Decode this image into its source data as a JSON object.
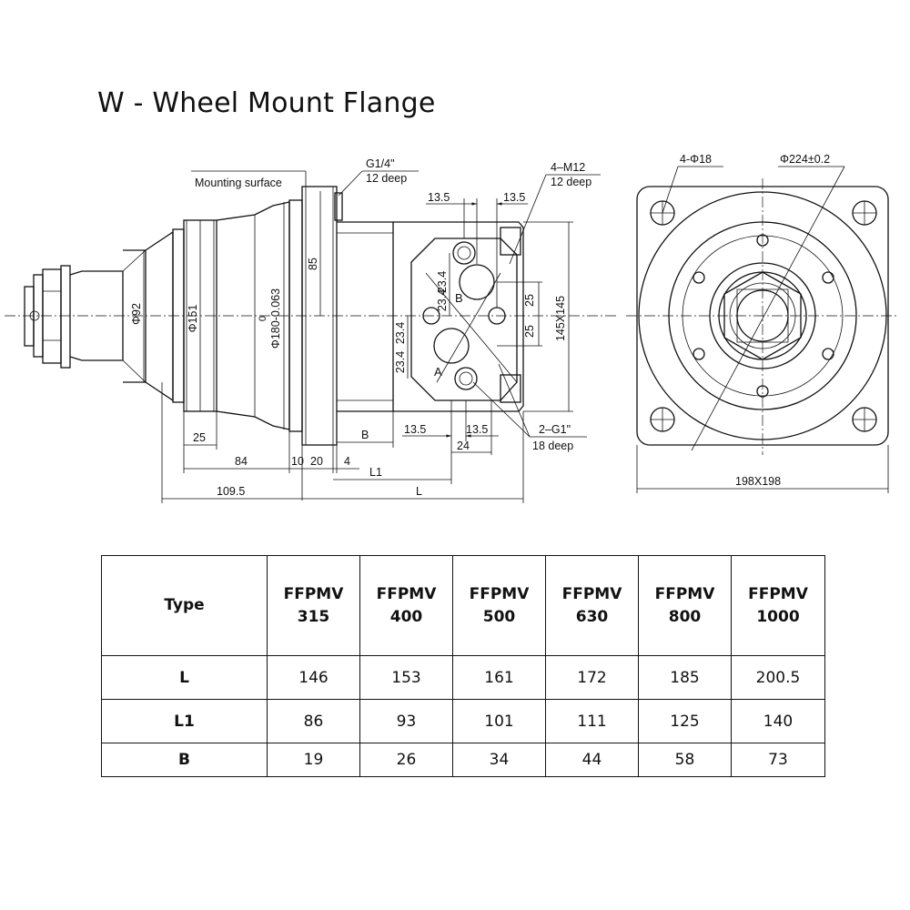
{
  "title": "W - Wheel Mount Flange",
  "drawing": {
    "side_view": {
      "mounting_surface": "Mounting surface",
      "port_g14": "G1/4\"",
      "port_g14_depth": "12   deep",
      "thread_m12": "4–M12",
      "thread_m12_depth": "12   deep",
      "port_g1": "2–G1\"",
      "port_g1_depth": "18   deep",
      "port_a": "A",
      "port_b": "B",
      "dim_phi92": "Φ92",
      "dim_phi151": "Φ151",
      "dim_tol_top": "0",
      "dim_phi180": "Φ180-0.063",
      "dim_85": "85",
      "dim_13_5_tl": "13.5",
      "dim_13_5_tr": "13.5",
      "dim_13_5_bl": "13.5",
      "dim_13_5_br": "13.5",
      "dim_23_4_a": "23.4",
      "dim_23_4_b": "23.4",
      "dim_23_4_c": "23.4",
      "dim_23_4_d": "23.4",
      "dim_25_a": "25",
      "dim_25_b": "25",
      "dim_145": "145X145",
      "dim_25_left": "25",
      "dim_84": "84",
      "dim_10": "10",
      "dim_20": "20",
      "dim_4": "4",
      "dim_b": "B",
      "dim_24": "24",
      "dim_l1": "L1",
      "dim_109_5": "109.5",
      "dim_l": "L"
    },
    "front_view": {
      "holes": "4-Φ18",
      "bolt_circle": "Φ224±0.2",
      "overall": "198X198"
    }
  },
  "table": {
    "header_type": "Type",
    "models": [
      {
        "line1": "FFPMV",
        "line2": "315"
      },
      {
        "line1": "FFPMV",
        "line2": "400"
      },
      {
        "line1": "FFPMV",
        "line2": "500"
      },
      {
        "line1": "FFPMV",
        "line2": "630"
      },
      {
        "line1": "FFPMV",
        "line2": "800"
      },
      {
        "line1": "FFPMV",
        "line2": "1000"
      }
    ],
    "rows": [
      {
        "label": "L",
        "values": [
          "146",
          "153",
          "161",
          "172",
          "185",
          "200.5"
        ]
      },
      {
        "label": "L1",
        "values": [
          "86",
          "93",
          "101",
          "111",
          "125",
          "140"
        ]
      },
      {
        "label": "B",
        "values": [
          "19",
          "26",
          "34",
          "44",
          "58",
          "73"
        ]
      }
    ]
  }
}
